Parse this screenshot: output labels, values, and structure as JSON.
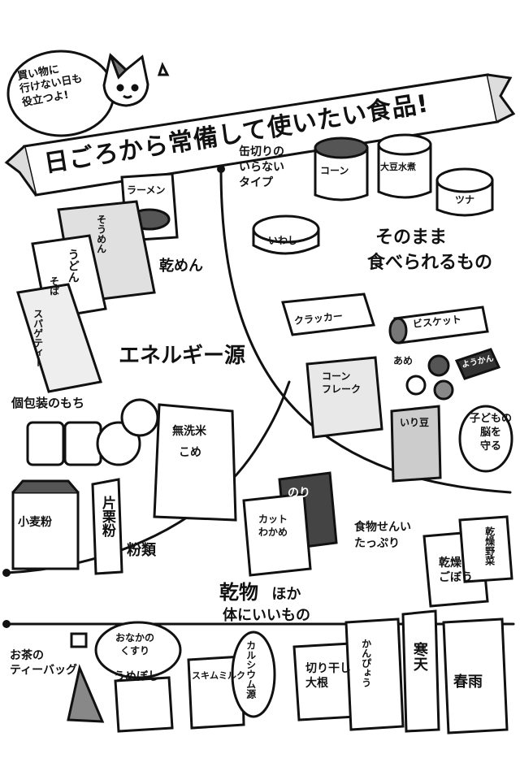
{
  "header": {
    "bubble": [
      "買い物に",
      "行けない日も",
      "役立つよ!"
    ],
    "title": "日ごろから常備して使いたい食品!"
  },
  "sections": {
    "ready_to_eat": {
      "heading": [
        "そのまま",
        "食べられるもの"
      ],
      "no_opener_note": [
        "缶切りの",
        "いらない",
        "タイプ"
      ],
      "items": {
        "corn": "コーン",
        "soybean": "大豆水煮",
        "tuna": "ツナ",
        "sardine": "いわし",
        "cracker": "クラッカー",
        "biscuit": "ビスケット",
        "candy": "あめ",
        "yokan": "ようかん",
        "cornflakes": [
          "コーン",
          "フレーク"
        ],
        "roasted_beans": "いり豆"
      },
      "brain_note": [
        "子どもの",
        "脳を",
        "守る"
      ]
    },
    "energy": {
      "heading": "エネルギー源",
      "items": {
        "ramen": "ラーメン",
        "dried_noodles": "乾めん",
        "somen": "そうめん",
        "udon": "うどん",
        "soba": "そば",
        "spaghetti": "スパゲティー",
        "mochi": "個包装のもち",
        "rice": "無洗米",
        "rice_label": "こめ",
        "flour": "小麦粉",
        "katakuri": "片栗粉",
        "flours_heading": "粉類"
      }
    },
    "dried": {
      "heading": [
        "乾物",
        "ほか"
      ],
      "subheading": "体にいいもの",
      "fiber_note": [
        "食物せんい",
        "たっぷり"
      ],
      "items": {
        "nori": "のり",
        "wakame": [
          "カット",
          "わかめ"
        ],
        "dried_burdock": [
          "乾燥",
          "ごぼう"
        ],
        "dried_vegetables": "乾燥野菜",
        "daikon": [
          "切り干し",
          "大根"
        ],
        "kanpyo": "かんぴょう",
        "kanten": "寒天",
        "harusame": "春雨"
      }
    },
    "bottom": {
      "tea": [
        "お茶の",
        "ティーバッグ"
      ],
      "medicine_bubble": [
        "おなかの",
        "くすり"
      ],
      "umeboshi": "うめぼし",
      "skim_milk": "スキムミルク",
      "calcium": "カルシウム源"
    }
  }
}
